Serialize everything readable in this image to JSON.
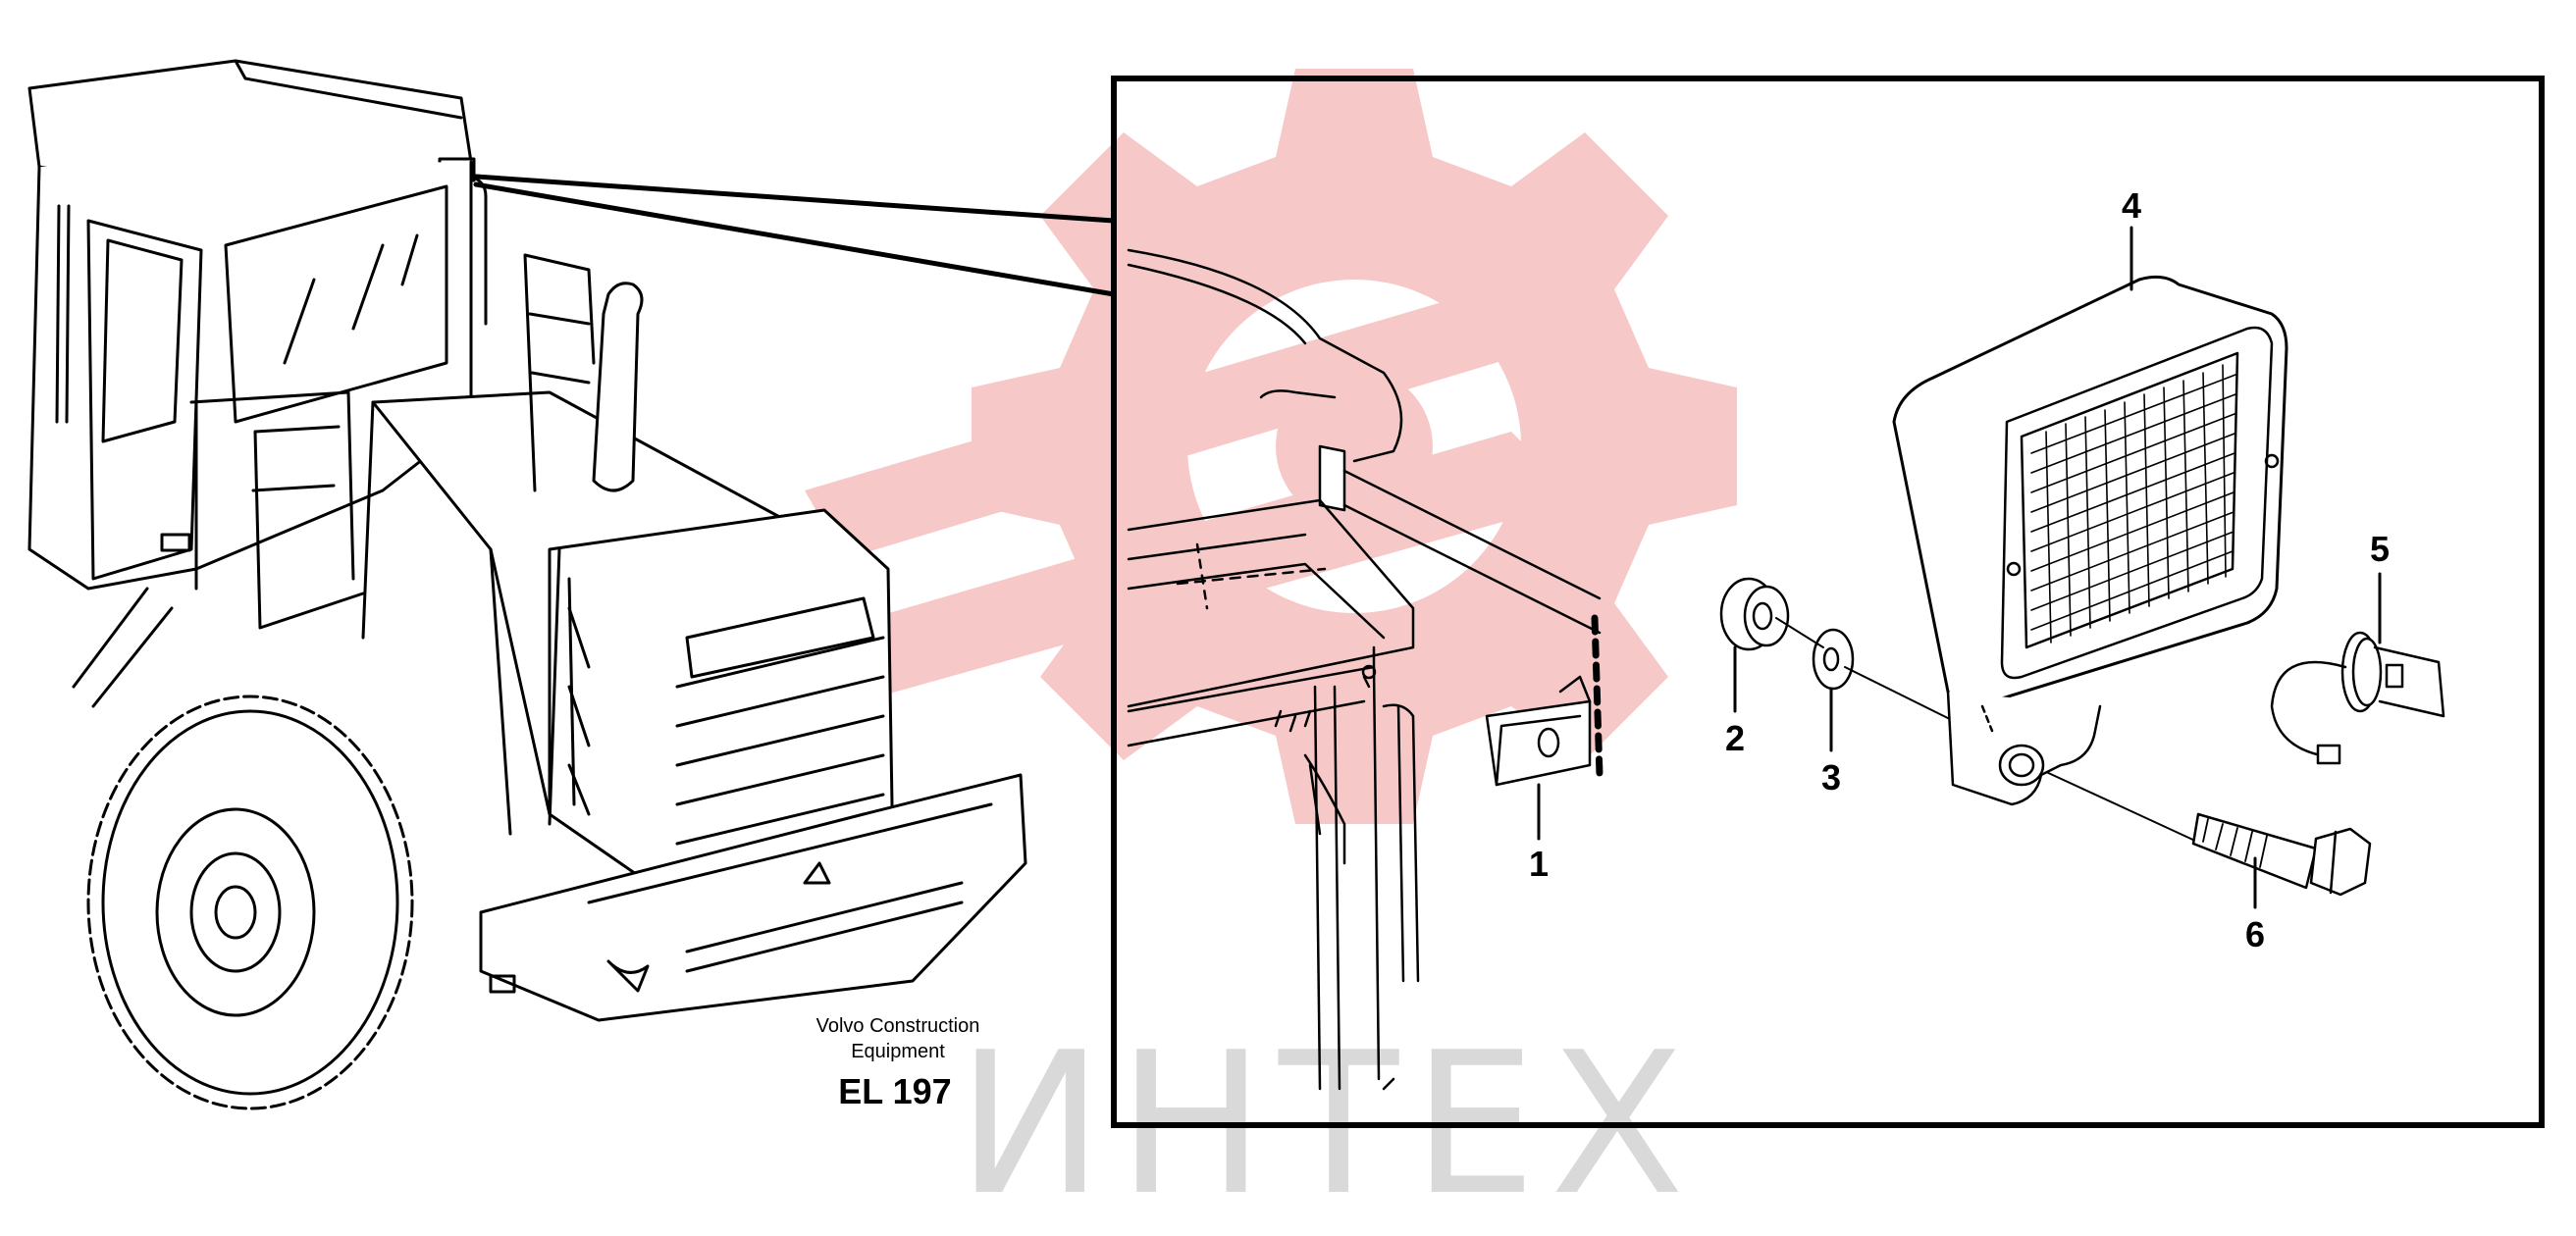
{
  "caption": {
    "company_line1": "Volvo Construction",
    "company_line2": "Equipment",
    "code": "EL 197"
  },
  "callouts": [
    {
      "id": "1",
      "part": "bracket-plate"
    },
    {
      "id": "2",
      "part": "rubber-spacer"
    },
    {
      "id": "3",
      "part": "washer"
    },
    {
      "id": "4",
      "part": "work-lamp"
    },
    {
      "id": "5",
      "part": "bulb-holder"
    },
    {
      "id": "6",
      "part": "bolt"
    }
  ],
  "watermark": {
    "text": "ИНТЕХ",
    "gear_color": "#f7c8c8",
    "text_color": "#d9d9d9"
  },
  "colors": {
    "line": "#000000",
    "background": "#ffffff"
  }
}
